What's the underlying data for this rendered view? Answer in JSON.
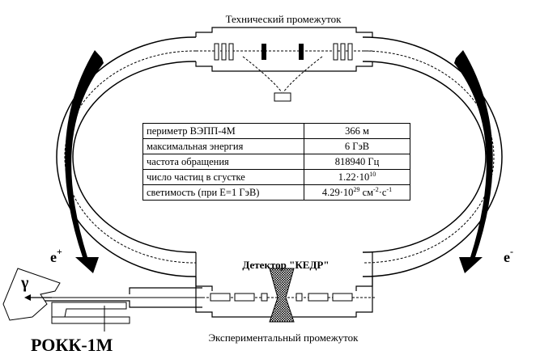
{
  "labels": {
    "tech_gap": "Технический промежуток",
    "exp_gap": "Экспериментальный промежуток",
    "detector": "Детектор \"КЕДР\"",
    "positron": "e",
    "positron_sign": "+",
    "electron": "e",
    "electron_sign": "-",
    "gamma": "γ",
    "rokk": "РОКК-1М"
  },
  "table": {
    "rows": [
      {
        "name": "периметр ВЭПП-4М",
        "value": "366 м"
      },
      {
        "name": "максимальная энергия",
        "value": "6 ГэВ"
      },
      {
        "name": "частота обращения",
        "value": "818940 Гц"
      },
      {
        "name": "число частиц в сгустке",
        "value_base": "1.22·10",
        "value_exp": "10"
      },
      {
        "name": "светимость (при E=1 ГэВ)",
        "value_base": "4.29·10",
        "value_exp": "29",
        "value_unit1": " см",
        "value_exp2": "-2",
        "value_unit2": "·с",
        "value_exp3": "-1"
      }
    ]
  }
}
